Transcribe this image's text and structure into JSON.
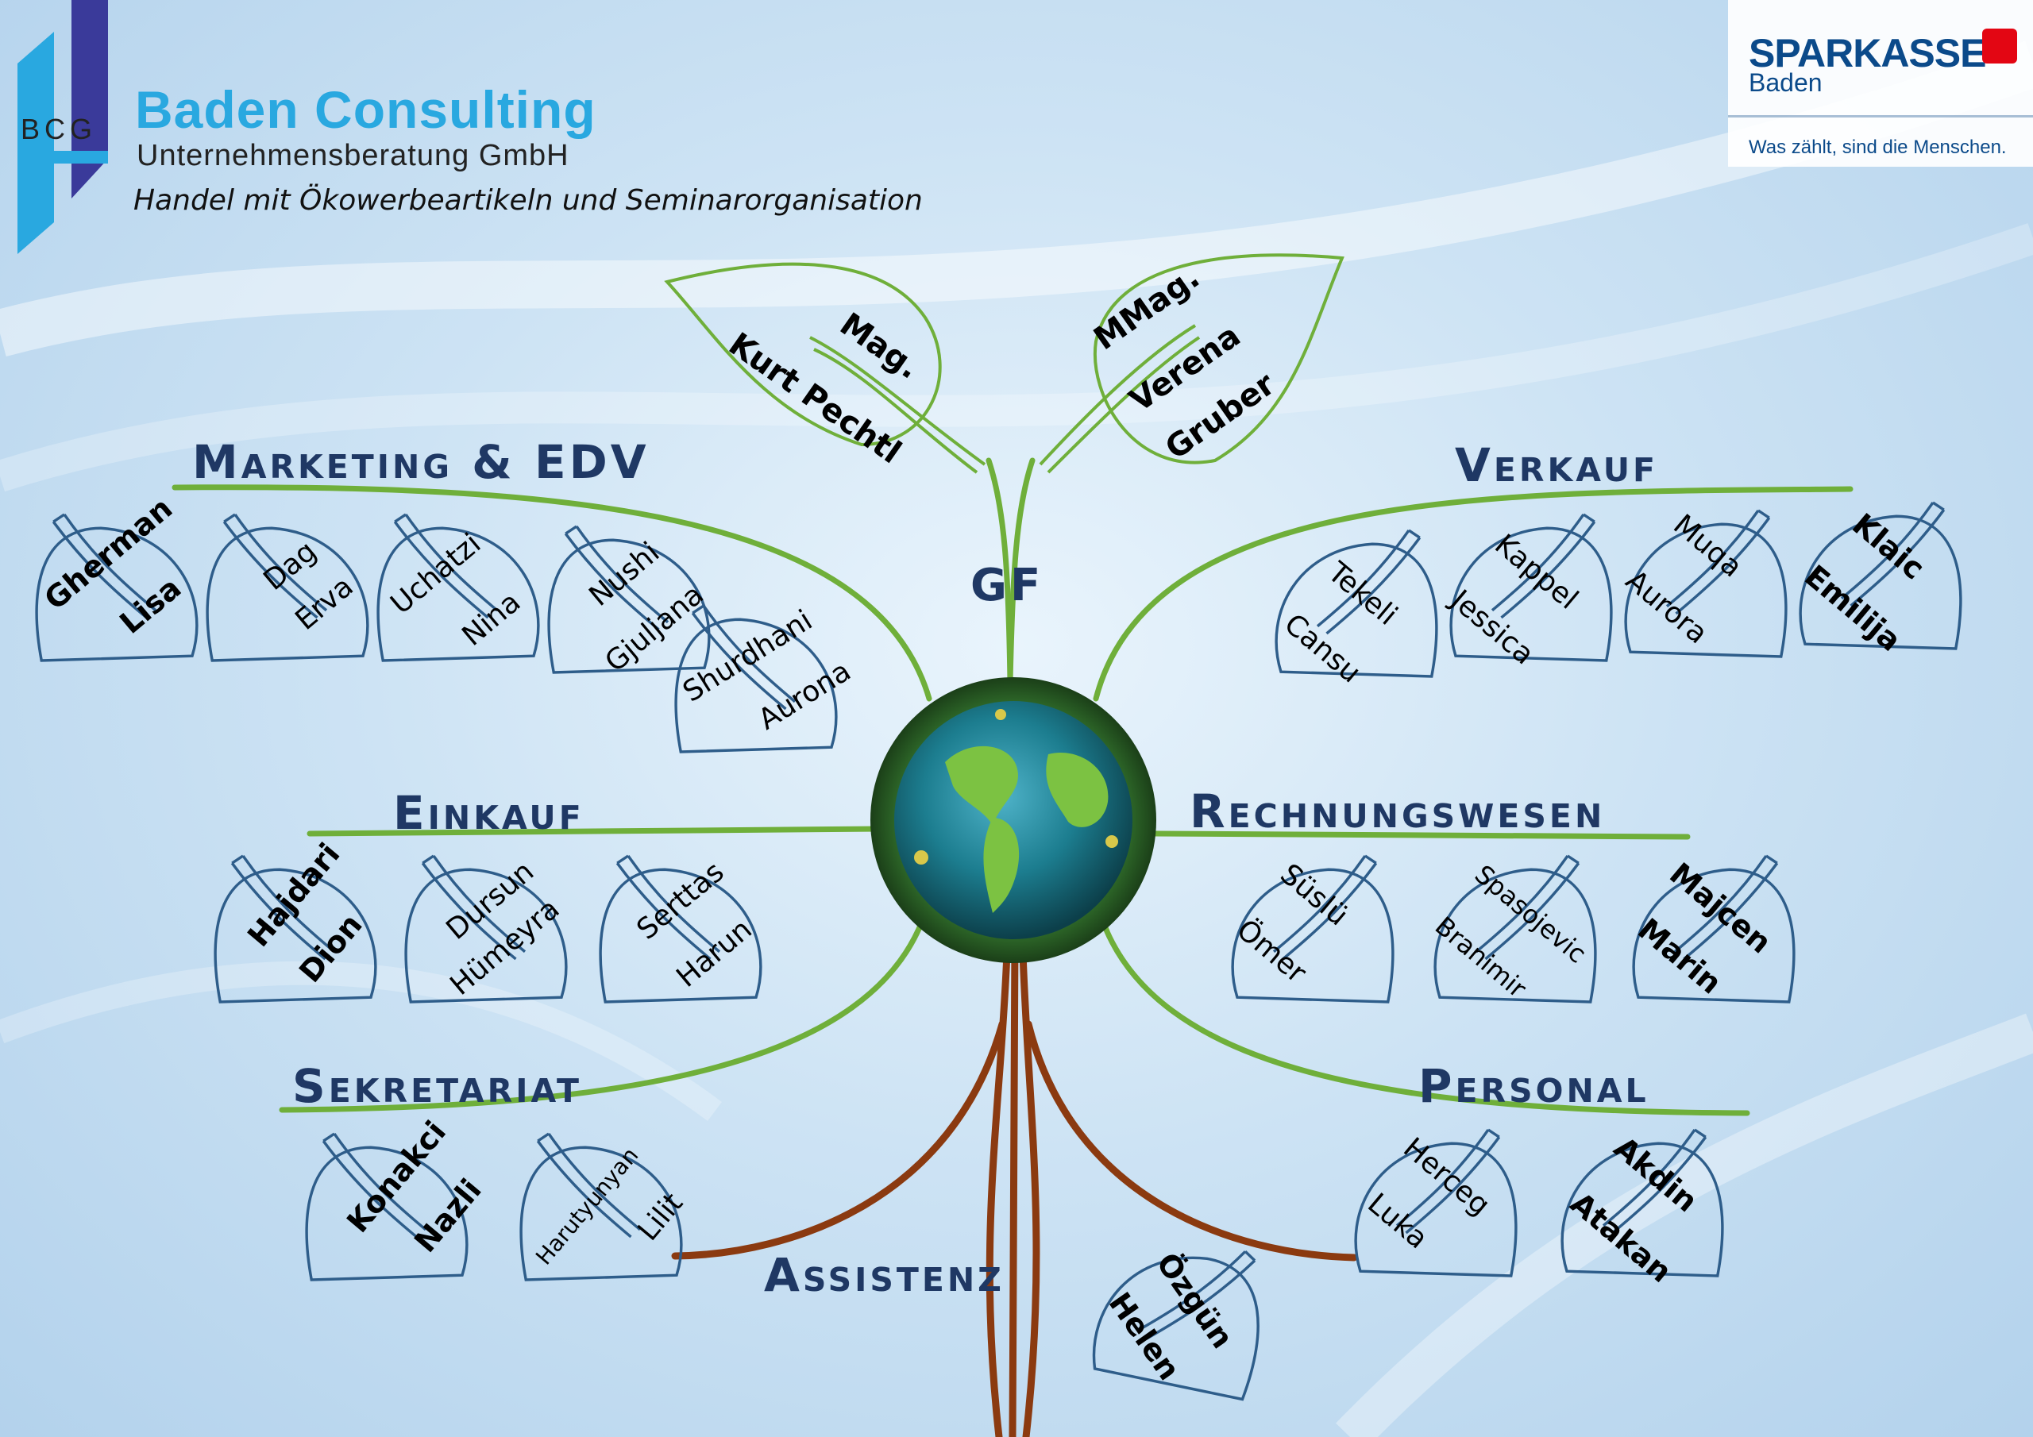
{
  "company": {
    "logo_letters": "BCG",
    "name": "Baden Consulting",
    "legal": "Unternehmensberatung GmbH",
    "description": "Handel mit Ökowerbeartikeln und Seminarorganisation"
  },
  "bank": {
    "name": "SPARKASSE",
    "city": "Baden",
    "slogan": "Was zählt, sind die Menschen."
  },
  "colors": {
    "branch_green": "#6faf3a",
    "root_brown": "#8b3a10",
    "leaf_blue": "#2e5d8a",
    "dept_navy": "#1f3864",
    "accent_blue": "#29a8e0"
  },
  "departments": {
    "gf": "GF",
    "marketing": "Marketing & EDV",
    "verkauf": "Verkauf",
    "einkauf": "Einkauf",
    "rechnungswesen": "Rechnungswesen",
    "sekretariat": "Sekretariat",
    "personal": "Personal",
    "assistenz": "Assistenz"
  },
  "people": {
    "gf_1_l1": "Mag.",
    "gf_1_l2": "Kurt Pechtl",
    "gf_2_l1": "MMag.",
    "gf_2_l2": "Verena",
    "gf_2_l3": "Gruber",
    "m1_a": "Gherman",
    "m1_b": "Lisa",
    "m2_a": "Dag",
    "m2_b": "Erva",
    "m3_a": "Uchatzi",
    "m3_b": "Nina",
    "m4_a": "Nushi",
    "m4_b": "Gjuljana",
    "m5_a": "Shurdhani",
    "m5_b": "Aurona",
    "v1_a": "Tekeli",
    "v1_b": "Cansu",
    "v2_a": "Kappel",
    "v2_b": "Jessica",
    "v3_a": "Muqa",
    "v3_b": "Aurora",
    "v4_a": "Klaic",
    "v4_b": "Emilija",
    "e1_a": "Hajdari",
    "e1_b": "Dion",
    "e2_a": "Dursun",
    "e2_b": "Hümeyra",
    "e3_a": "Serttas",
    "e3_b": "Harun",
    "r1_a": "Süslü",
    "r1_b": "Ömer",
    "r2_a": "Spasojevic",
    "r2_b": "Branimir",
    "r3_a": "Majcen",
    "r3_b": "Marin",
    "s1_a": "Konakci",
    "s1_b": "Nazli",
    "s2_a": "Harutyunyan",
    "s2_b": "Lilit",
    "p1_a": "Herceg",
    "p1_b": "Luka",
    "p2_a": "Akdin",
    "p2_b": "Atakan",
    "a1_a": "Özgün",
    "a1_b": "Helen"
  }
}
